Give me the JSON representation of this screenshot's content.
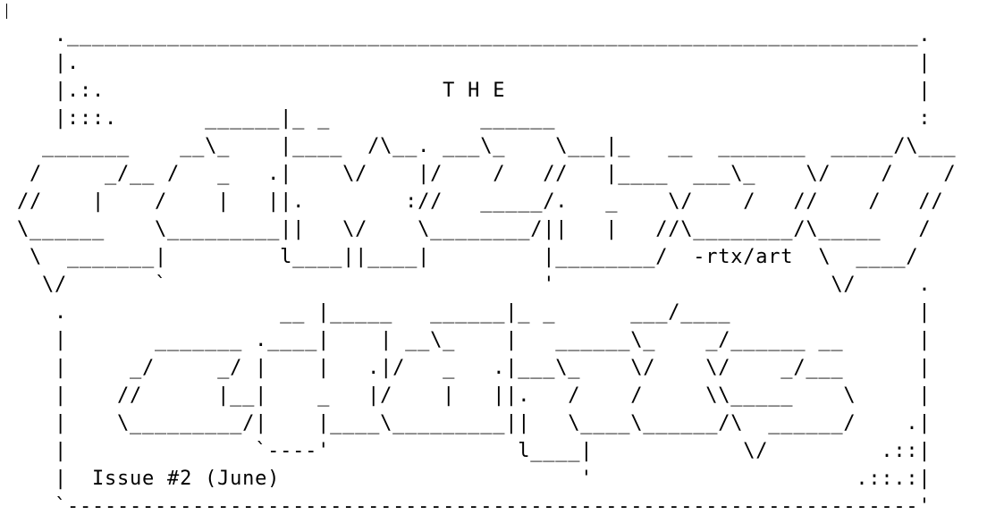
{
  "art": {
    "lines": [
      "   .____________________________________________________________________.",
      "   |.                                                                   |",
      "   |.:.                           T H E                                 |",
      "   |:::.       ______|_ _            ______                             :",
      "  _______    __\\_    |____  /\\__. ___\\_    \\___|_   __  _______  _____/\\___",
      " /     _/__ /   _   .|    \\/    |/    /   //   |____  ___\\_    \\/    /    /",
      "//    |    /    |   ||.        ://   _____/.   _    \\/    /   //    /   //",
      "\\______    \\_________||   \\/    \\________/||   |   //\\________/\\_____   /",
      " \\  _______|         l____||____|         |________/  -rtx/art  \\  ____/",
      "  \\/       `                              '                      \\/     .",
      "   .                 __ |_____   ______|_ _      ___/____               |",
      "   |       _______ .____|    | __\\_    |   ______\\_    _/______ __      |",
      "   |     _/     _/ |    |   .|/   _   .|___\\_    \\/    \\/    _/___      |",
      "   |    //      |__|    _   |/    |   ||.   /    /     \\\\_____    \\     |",
      "   |    \\_________/|    |____\\_________||   \\____\\______/\\  ______/    .|",
      "   |               `----'               l____|            \\/         .::|",
      "   |  Issue #2 (June)                        '                     .::.:|",
      "   `--------------------------------------------------------------------'"
    ]
  }
}
